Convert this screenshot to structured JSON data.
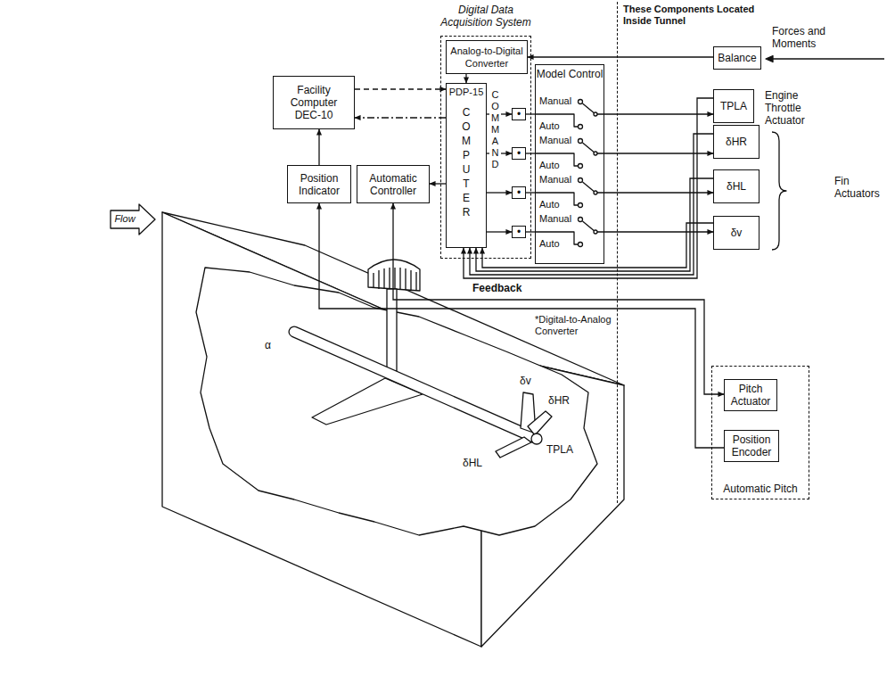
{
  "diagram": {
    "nodes": [
      {
        "text": [
          "Digital Data Acquisition System"
        ]
      },
      {
        "text": [
          "Analog-to-Digital Converter"
        ],
        "in": 0
      },
      {
        "text": [
          "PDP-15",
          "COMPUTER"
        ],
        "in": 0
      },
      {
        "text": [
          "•"
        ],
        "in": 0
      },
      {
        "text": [
          "•"
        ],
        "in": 0
      },
      {
        "text": [
          "•"
        ],
        "in": 0
      },
      {
        "text": [
          "•"
        ],
        "in": 0
      },
      {
        "text": [
          "Model Control",
          "Manual",
          "Auto",
          "Manual",
          "Auto",
          "Manual",
          "Auto",
          "Manual",
          "Auto"
        ]
      },
      {
        "text": [
          "These Components Located Inside Tunnel"
        ]
      },
      {
        "text": [
          "Balance"
        ],
        "in": 8
      },
      {
        "text": [
          "TPLA"
        ],
        "in": 8
      },
      {
        "text": [
          "δHR"
        ],
        "in": 8
      },
      {
        "text": [
          "δHL"
        ],
        "in": 8
      },
      {
        "text": [
          "δv"
        ],
        "in": 8
      },
      {
        "text": [
          "Automatic Pitch"
        ],
        "in": 8
      },
      {
        "text": [
          "Pitch Actuator"
        ],
        "in": 14
      },
      {
        "text": [
          "Position Encoder"
        ],
        "in": 14
      },
      {
        "text": [
          "Facility Computer DEC-10"
        ]
      },
      {
        "text": [
          "Position Indicator"
        ]
      },
      {
        "text": [
          "Automatic Controller"
        ]
      }
    ],
    "edges": [
      {
        "from": 9,
        "to": 1,
        "arrow": "to"
      },
      {
        "from": 1,
        "to": 2,
        "arrow": "to"
      },
      {
        "from": 17,
        "to": 2,
        "arrow": "to"
      },
      {
        "from": 2,
        "to": 17,
        "arrow": "to"
      },
      {
        "from": 18,
        "to": 17,
        "arrow": "to"
      },
      {
        "from": 2,
        "to": 19,
        "arrow": "to"
      },
      {
        "from": 2,
        "to": 3,
        "arrow": "to"
      },
      {
        "from": 2,
        "to": 4,
        "arrow": "to"
      },
      {
        "from": 2,
        "to": 5,
        "arrow": "to"
      },
      {
        "from": 2,
        "to": 6,
        "arrow": "to"
      },
      {
        "from": 3,
        "to": 7,
        "arrow": "none"
      },
      {
        "from": 4,
        "to": 7,
        "arrow": "none"
      },
      {
        "from": 5,
        "to": 7,
        "arrow": "none"
      },
      {
        "from": 6,
        "to": 7,
        "arrow": "none"
      },
      {
        "from": 7,
        "to": 10,
        "arrow": "to"
      },
      {
        "from": 7,
        "to": 11,
        "arrow": "to"
      },
      {
        "from": 7,
        "to": 12,
        "arrow": "to"
      },
      {
        "from": 7,
        "to": 13,
        "arrow": "to"
      },
      {
        "from": 10,
        "to": 2,
        "arrow": "to"
      },
      {
        "from": 11,
        "to": 2,
        "arrow": "to"
      },
      {
        "from": 12,
        "to": 2,
        "arrow": "to"
      },
      {
        "from": 13,
        "to": 2,
        "arrow": "to"
      },
      {
        "from": 19,
        "to": 15,
        "arrow": "both"
      },
      {
        "from": 16,
        "to": 18,
        "arrow": "to"
      }
    ],
    "labels": [
      "Forces and Moments",
      "Engine Throttle Actuator",
      "Fin Actuators",
      "COMMAND",
      "Feedback",
      "*Digital-to-Analog Converter",
      "Flow",
      "α",
      "δv",
      "δHR",
      "TPLA",
      "δHL"
    ]
  }
}
